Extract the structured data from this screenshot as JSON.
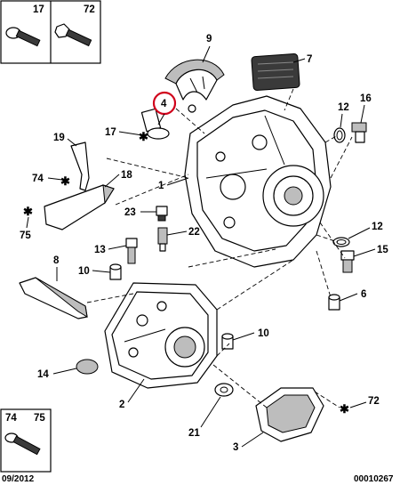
{
  "top_box": {
    "left_label": "17",
    "right_label": "72"
  },
  "bottom_box": {
    "left_label": "74",
    "right_label": "75"
  },
  "callouts": {
    "c1": "1",
    "c2": "2",
    "c3": "3",
    "c4": "4",
    "c6": "6",
    "c7": "7",
    "c8": "8",
    "c9": "9",
    "c10a": "10",
    "c10b": "10",
    "c12a": "12",
    "c12b": "12",
    "c13": "13",
    "c14": "14",
    "c15": "15",
    "c16": "16",
    "c17": "17",
    "c18": "18",
    "c19": "19",
    "c21": "21",
    "c22": "22",
    "c23": "23",
    "c72": "72",
    "c74": "74",
    "c75": "75"
  },
  "highlighted_callout": "4",
  "highlight_color": "#d0021b",
  "footer": {
    "date": "09/2012",
    "ref": "00010267"
  }
}
